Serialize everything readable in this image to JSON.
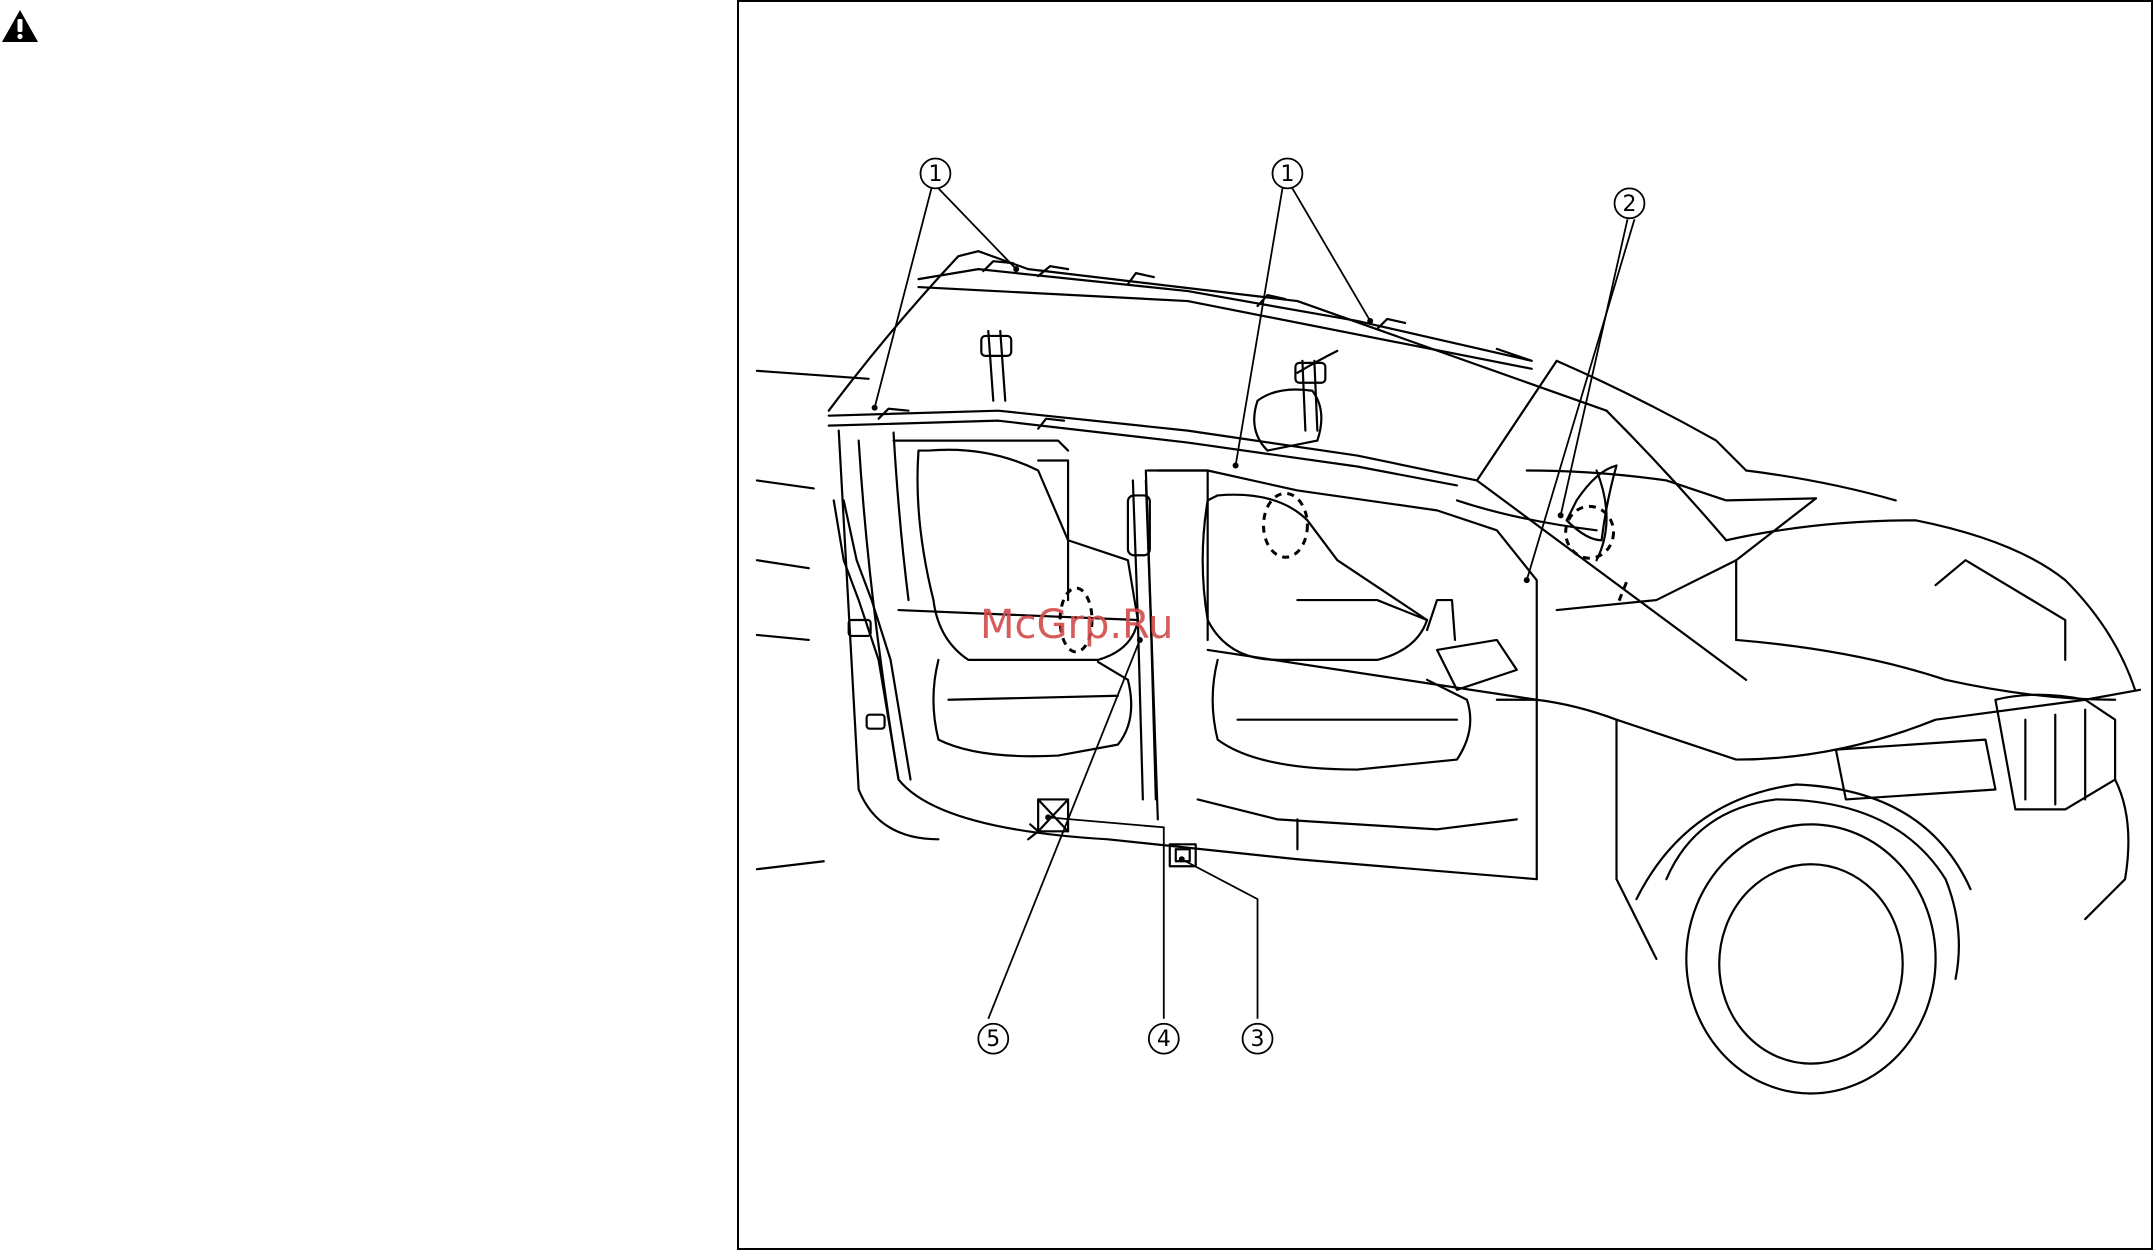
{
  "header": {
    "warning_icon": "warning-triangle-icon"
  },
  "figure": {
    "watermark": "McGrp.Ru",
    "callouts": [
      {
        "id": "c1a",
        "label": "1"
      },
      {
        "id": "c1b",
        "label": "1"
      },
      {
        "id": "c2",
        "label": "2"
      },
      {
        "id": "c5",
        "label": "5"
      },
      {
        "id": "c4",
        "label": "4"
      },
      {
        "id": "c3",
        "label": "3"
      }
    ]
  }
}
